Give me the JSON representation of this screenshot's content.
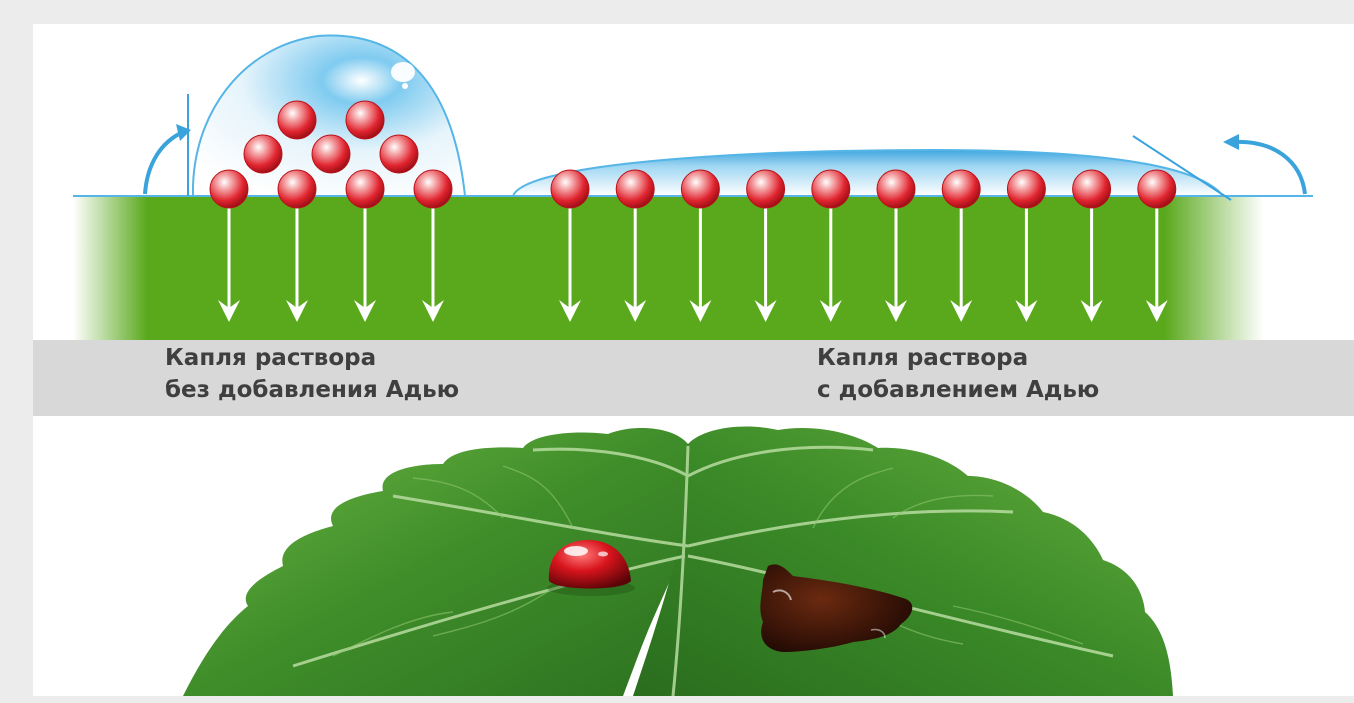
{
  "captions": {
    "left": {
      "line1": "Капля раствора",
      "line2": "без добавления Адью"
    },
    "right": {
      "line1": "Капля раствора",
      "line2": "с добавлением Адью"
    }
  },
  "diagram": {
    "left_drop": {
      "surface_molecules": 4,
      "stacked_molecule_rows": [
        3,
        2
      ]
    },
    "right_drop": {
      "surface_molecules": 10
    },
    "colors": {
      "surface_green": "#5aa81c",
      "droplet_blue": "#55b5e6",
      "molecule_red": "#e0242f",
      "angle_arrow_blue": "#3aa3dc",
      "leaf_green": "#3f8d2a",
      "drop_red": "#c4121a",
      "spreading_drop_dark": "#3a1608"
    }
  }
}
